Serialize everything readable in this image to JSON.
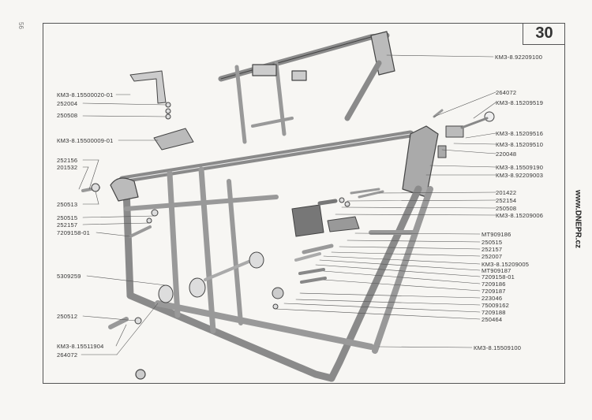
{
  "page": {
    "number": "30",
    "side_page_number": "56",
    "watermark": "www.DNEPR.cz"
  },
  "diagram": {
    "title": "Motorcycle frame exploded parts diagram",
    "left_labels": [
      {
        "id": "l1",
        "text": "КМЗ-8.15500020-01"
      },
      {
        "id": "l2",
        "text": "252004"
      },
      {
        "id": "l3",
        "text": "250508"
      },
      {
        "id": "l4",
        "text": "КМЗ-8.15500009-01"
      },
      {
        "id": "l5",
        "text": "252156"
      },
      {
        "id": "l6",
        "text": "201532"
      },
      {
        "id": "l7",
        "text": "250513"
      },
      {
        "id": "l8",
        "text": "250515"
      },
      {
        "id": "l9",
        "text": "252157"
      },
      {
        "id": "l10",
        "text": "7209158-01"
      },
      {
        "id": "l11",
        "text": "5309259"
      },
      {
        "id": "l12",
        "text": "250512"
      },
      {
        "id": "l13",
        "text": "КМЗ-8.15511904"
      },
      {
        "id": "l14",
        "text": "264072"
      }
    ],
    "right_labels": [
      {
        "id": "r1",
        "text": "КМЗ-8.92209100"
      },
      {
        "id": "r2",
        "text": "264072"
      },
      {
        "id": "r3",
        "text": "КМЗ-8.15209519"
      },
      {
        "id": "r4",
        "text": "КМЗ-8.15209516"
      },
      {
        "id": "r5",
        "text": "КМЗ-8.15209510"
      },
      {
        "id": "r6",
        "text": "220048"
      },
      {
        "id": "r7",
        "text": "КМЗ-8.15509190"
      },
      {
        "id": "r8",
        "text": "КМЗ-8.92209003"
      },
      {
        "id": "r9",
        "text": "201422"
      },
      {
        "id": "r10",
        "text": "252154"
      },
      {
        "id": "r11",
        "text": "250508"
      },
      {
        "id": "r12",
        "text": "КМЗ-8.15209006"
      },
      {
        "id": "r13",
        "text": "MT909186"
      },
      {
        "id": "r14",
        "text": "250515"
      },
      {
        "id": "r15",
        "text": "252157"
      },
      {
        "id": "r16",
        "text": "252007"
      },
      {
        "id": "r17",
        "text": "КМЗ-8.15209005"
      },
      {
        "id": "r18",
        "text": "MT909187"
      },
      {
        "id": "r19",
        "text": "7209158-01"
      },
      {
        "id": "r20",
        "text": "7209186"
      },
      {
        "id": "r21",
        "text": "7209187"
      },
      {
        "id": "r22",
        "text": "223046"
      },
      {
        "id": "r23",
        "text": "75009162"
      },
      {
        "id": "r24",
        "text": "7209188"
      },
      {
        "id": "r25",
        "text": "250464"
      },
      {
        "id": "r26",
        "text": "КМЗ-8.15509100"
      }
    ]
  }
}
